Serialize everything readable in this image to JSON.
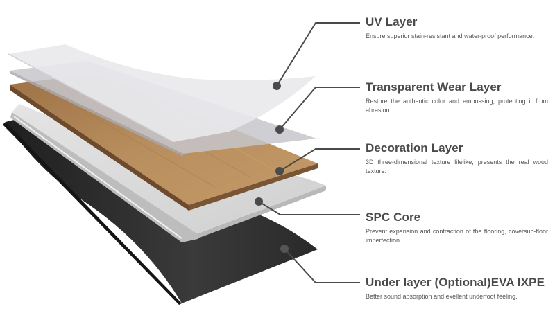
{
  "layers": [
    {
      "title": "UV Layer",
      "description": "Ensure superior stain-resistant and water-proof performance."
    },
    {
      "title": "Transparent Wear Layer",
      "description": "Restore the authentic color and embossing, protecting it from abrasion."
    },
    {
      "title": "Decoration Layer",
      "description": "3D three-dimensional texture lifelike, presents the real wood texture."
    },
    {
      "title": "SPC Core",
      "description": "Prevent expansion and contraction of the flooring, coversub-floor imperfection."
    },
    {
      "title": "Under layer (Optional)EVA IXPE",
      "description": "Better sound absorption and exellent underfoot feeling."
    }
  ],
  "colors": {
    "uv_layer": "#e6e6e8",
    "wear_layer": "#c9c9cd",
    "decoration_top": "#b48a5a",
    "decoration_edge": "#6e4a2c",
    "spc_core": "#dcdcdc",
    "under_layer": "#2d2d2d",
    "leader_line": "#4a4a4a"
  }
}
